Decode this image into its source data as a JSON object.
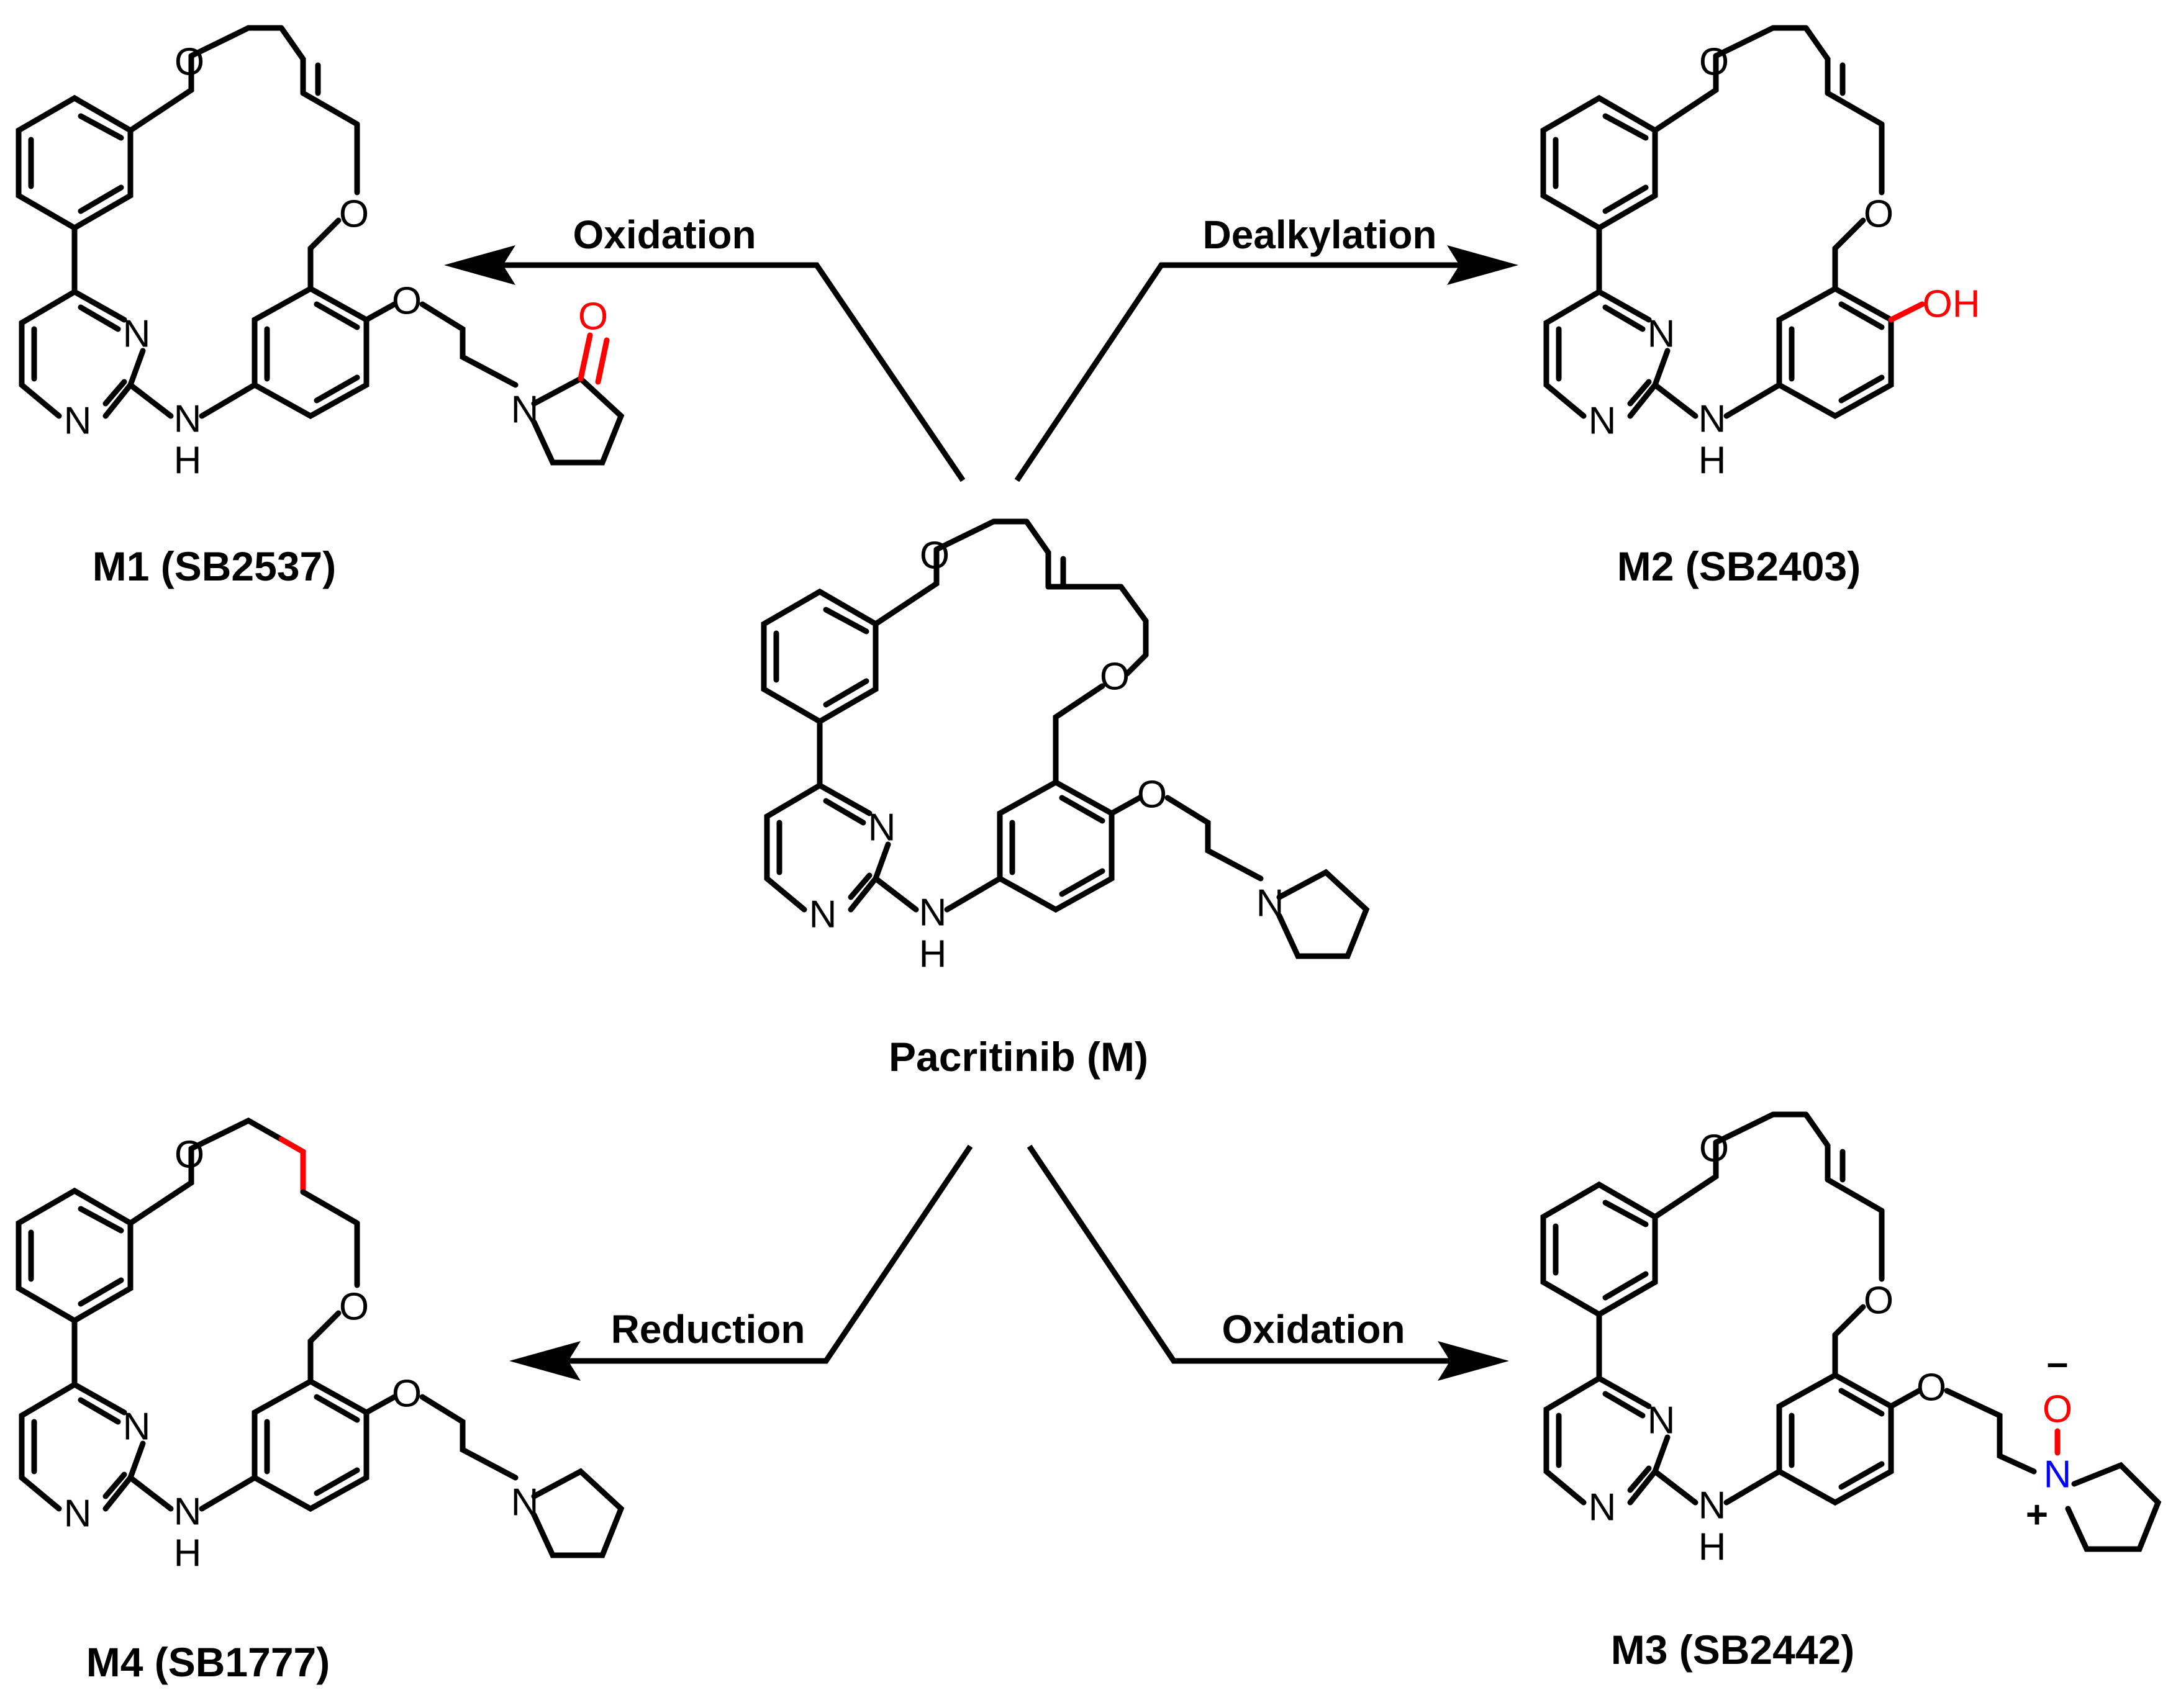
{
  "compounds": {
    "parent": {
      "name": "Pacritinib (M)"
    },
    "m1": {
      "name": "M1 (SB2537)"
    },
    "m2": {
      "name": "M2 (SB2403)"
    },
    "m3": {
      "name": "M3 (SB2442)"
    },
    "m4": {
      "name": "M4 (SB1777)"
    }
  },
  "reactions": {
    "to_m1": "Oxidation",
    "to_m2": "Dealkylation",
    "to_m3": "Oxidation",
    "to_m4": "Reduction"
  },
  "atoms": {
    "O": "O",
    "N": "N",
    "NH_N": "N",
    "NH_H": "H",
    "OH": "OH",
    "carbonyl_O": "O",
    "noxide_O": "O",
    "noxide_N": "N",
    "plus": "+",
    "minus": "–"
  },
  "colors": {
    "bond": "#000000",
    "modified_bond": "#ff0000",
    "oxygen_highlight": "#ff0000",
    "nitrogen_highlight": "#0000ff"
  }
}
